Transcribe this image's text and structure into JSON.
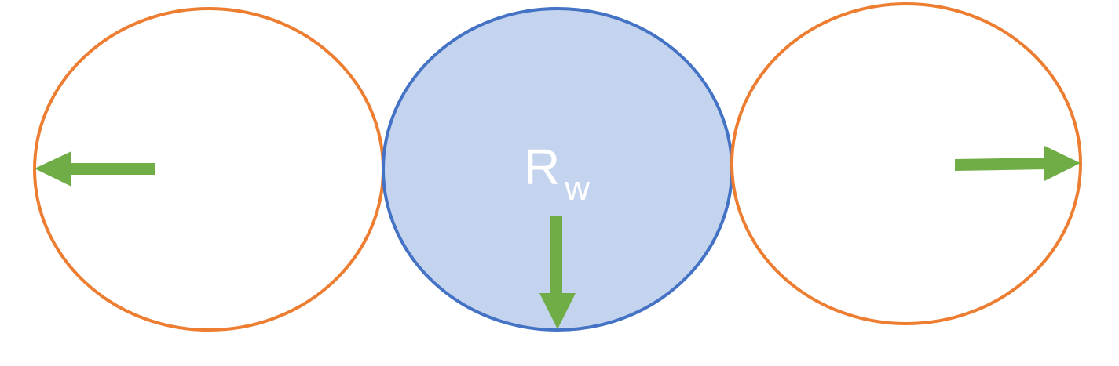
{
  "diagram": {
    "center_label": {
      "main": "R",
      "subscript": "w"
    },
    "colors": {
      "outer_circle_stroke": "#ED7D31",
      "center_circle_stroke": "#4472C4",
      "center_circle_fill": "#C5D4EE",
      "arrow": "#70AD47",
      "background": "#FFFFFF"
    },
    "shapes": [
      {
        "name": "left-circle",
        "kind": "outline"
      },
      {
        "name": "center-circle",
        "kind": "filled"
      },
      {
        "name": "right-circle",
        "kind": "outline"
      }
    ],
    "arrows": [
      {
        "name": "left-arrow",
        "direction": "left"
      },
      {
        "name": "down-arrow",
        "direction": "down"
      },
      {
        "name": "right-arrow",
        "direction": "right"
      }
    ]
  }
}
